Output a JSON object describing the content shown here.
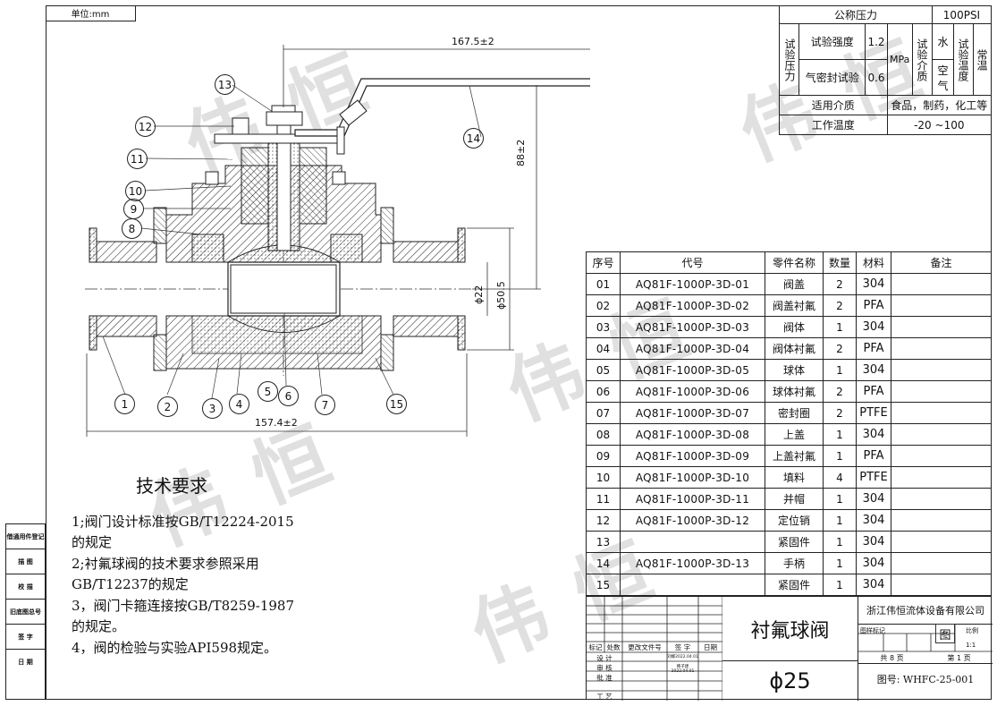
{
  "unit_label": "单位:mm",
  "watermark": "伟恒",
  "dimensions": {
    "top_width": "167.5±2",
    "bottom_width": "157.4±2",
    "height": "88±2",
    "bore": "ϕ22",
    "flange": "ϕ50.5"
  },
  "callouts": [
    "1",
    "2",
    "3",
    "4",
    "5",
    "6",
    "7",
    "8",
    "9",
    "10",
    "11",
    "12",
    "13",
    "14",
    "15"
  ],
  "spec_table": {
    "nominal_pressure_label": "公称压力",
    "nominal_pressure_value": "100PSI",
    "test_pressure_label": "试验压力",
    "strength_label": "试验强度",
    "strength_value": "1.2",
    "seal_label": "气密封试验",
    "seal_value": "0.6",
    "unit": "MPa",
    "test_medium_label": "试验介质",
    "medium_water": "水",
    "medium_air": "空气",
    "test_temp_label": "试验温度",
    "test_temp_value": "常温",
    "applicable_medium_label": "适用介质",
    "applicable_medium_value": "食品，制药，化工等",
    "work_temp_label": "工作温度",
    "work_temp_value": "-20  ~100"
  },
  "parts_table": {
    "headers": [
      "序号",
      "代号",
      "零件名称",
      "数量",
      "材料",
      "备注"
    ],
    "rows": [
      [
        "01",
        "AQ81F-1000P-3D-01",
        "阀盖",
        "2",
        "304",
        ""
      ],
      [
        "02",
        "AQ81F-1000P-3D-02",
        "阀盖衬氟",
        "2",
        "PFA",
        ""
      ],
      [
        "03",
        "AQ81F-1000P-3D-03",
        "阀体",
        "1",
        "304",
        ""
      ],
      [
        "04",
        "AQ81F-1000P-3D-04",
        "阀体衬氟",
        "2",
        "PFA",
        ""
      ],
      [
        "05",
        "AQ81F-1000P-3D-05",
        "球体",
        "1",
        "304",
        ""
      ],
      [
        "06",
        "AQ81F-1000P-3D-06",
        "球体衬氟",
        "2",
        "PFA",
        ""
      ],
      [
        "07",
        "AQ81F-1000P-3D-07",
        "密封圈",
        "2",
        "PTFE",
        ""
      ],
      [
        "08",
        "AQ81F-1000P-3D-08",
        "上盖",
        "1",
        "304",
        ""
      ],
      [
        "09",
        "AQ81F-1000P-3D-09",
        "上盖衬氟",
        "1",
        "PFA",
        ""
      ],
      [
        "10",
        "AQ81F-1000P-3D-10",
        "填料",
        "4",
        "PTFE",
        ""
      ],
      [
        "11",
        "AQ81F-1000P-3D-11",
        "并帽",
        "1",
        "304",
        ""
      ],
      [
        "12",
        "AQ81F-1000P-3D-12",
        "定位销",
        "1",
        "304",
        ""
      ],
      [
        "13",
        "",
        "紧固件",
        "1",
        "304",
        ""
      ],
      [
        "14",
        "AQ81F-1000P-3D-13",
        "手柄",
        "1",
        "304",
        ""
      ],
      [
        "15",
        "",
        "紧固件",
        "1",
        "304",
        ""
      ]
    ]
  },
  "title_block": {
    "product_name": "衬氟球阀",
    "size": "ϕ25",
    "company": "浙江伟恒流体设备有限公司",
    "sample_mark_label": "图样标记",
    "scale_label": "比例",
    "scale_value": "1:1",
    "sheets_total": "共 8 页",
    "sheet_no": "第 1 页",
    "drawing_no": "图号: WHFC-25-001",
    "rev_headers": [
      "标记",
      "处数",
      "更改文件号",
      "签  字",
      "日期"
    ],
    "roles": [
      "设  计",
      "审  核",
      "批  准",
      "工  艺"
    ],
    "design_sign": "刘娜2022.04.01",
    "review_sign": "韩子建2022.04.01",
    "stamp": "图"
  },
  "left_strip": [
    "借通用件登记",
    "描  图",
    "校  描",
    "旧底图总号",
    "签  字",
    "日  期"
  ],
  "tech_req": {
    "title": "技术要求",
    "lines": [
      "1;阀门设计标准按GB/T12224-2015",
      "的规定",
      "2;衬氟球阀的技术要求参照采用",
      "GB/T12237的规定",
      "3，阀门卡箍连接按GB/T8259-1987",
      "的规定。",
      "4，阀的检验与实验API598规定。"
    ]
  }
}
